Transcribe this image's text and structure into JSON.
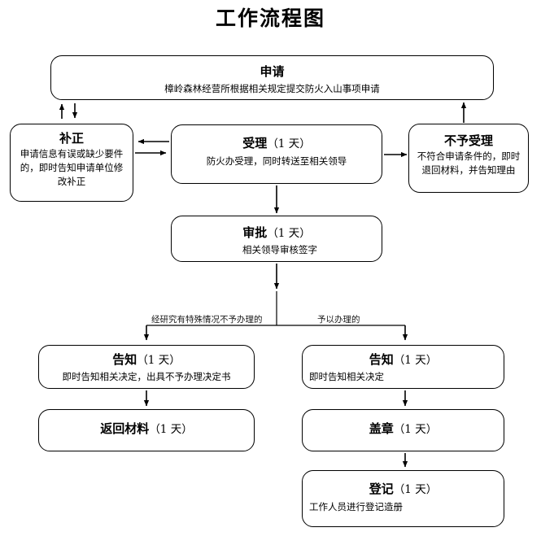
{
  "page": {
    "title": "工作流程图"
  },
  "nodes": {
    "apply": {
      "title": "申请",
      "duration": "",
      "desc": "樟岭森林经营所根据相关规定提交防火入山事项申请"
    },
    "correct": {
      "title": "补正",
      "duration": "",
      "desc": "申请信息有误或缺少要件的，即时告知申请单位修改补正"
    },
    "accept": {
      "title": "受理",
      "duration": "（1 天）",
      "desc": "防火办受理，同时转送至相关领导"
    },
    "reject": {
      "title": "不予受理",
      "duration": "",
      "desc": "不符合申请条件的，即时退回材料，并告知理由"
    },
    "approve": {
      "title": "审批",
      "duration": "（1 天）",
      "desc": "相关领导审核签字"
    },
    "notify_left": {
      "title": "告知",
      "duration": "（1 天）",
      "desc": "即时告知相关决定，出具不予办理决定书"
    },
    "notify_right": {
      "title": "告知",
      "duration": "（1 天）",
      "desc": "即时告知相关决定"
    },
    "return_materials": {
      "title": "返回材料",
      "duration": "（1 天）",
      "desc": ""
    },
    "stamp": {
      "title": "盖章",
      "duration": "（1 天）",
      "desc": ""
    },
    "record": {
      "title": "登记",
      "duration": "（1 天）",
      "desc": "工作人员进行登记造册"
    }
  },
  "branches": {
    "left_label": "经研究有特殊情况不予办理的",
    "right_label": "予以办理的"
  },
  "style": {
    "line_color": "#000000",
    "box_border": "#000000",
    "background": "#ffffff"
  }
}
